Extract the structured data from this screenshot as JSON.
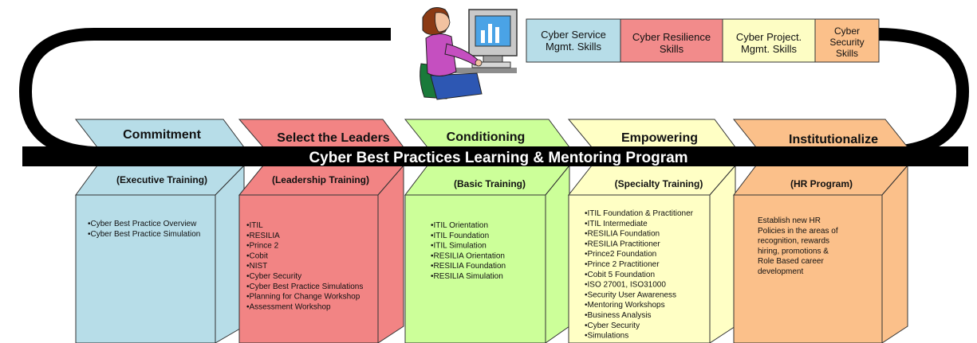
{
  "banner": {
    "title": "Cyber Best Practices Learning & Mentoring Program"
  },
  "skills": [
    {
      "line1": "Cyber Service",
      "line2": "Mgmt. Skills",
      "line3": "",
      "color": "#b7dde8"
    },
    {
      "line1": "Cyber Resilience",
      "line2": "Skills",
      "line3": "",
      "color": "#f28b8b"
    },
    {
      "line1": "Cyber Project.",
      "line2": "Mgmt. Skills",
      "line3": "",
      "color": "#fdfdc4"
    },
    {
      "line1": "Cyber",
      "line2": "Security",
      "line3": "Skills",
      "color": "#fbc08a"
    }
  ],
  "phases": [
    {
      "title": "Commitment",
      "subtitle": "(Executive Training)",
      "color": "#b7dde8",
      "items": [
        "•Cyber Best Practice Overview",
        "•Cyber Best Practice Simulation"
      ]
    },
    {
      "title": "Select the Leaders",
      "subtitle": "(Leadership Training)",
      "color": "#f28484",
      "items": [
        "•ITIL",
        "•RESILIA",
        "•Prince 2",
        "•Cobit",
        "•NIST",
        "•Cyber Security",
        "•Cyber Best Practice Simulations",
        "•Planning  for Change Workshop",
        "•Assessment Workshop"
      ]
    },
    {
      "title": "Conditioning",
      "subtitle": "(Basic Training)",
      "color": "#ccff99",
      "items": [
        "•ITIL Orientation",
        "•ITIL Foundation",
        "•ITIL Simulation",
        "•RESILIA Orientation",
        "•RESILIA Foundation",
        "•RESILIA Simulation"
      ]
    },
    {
      "title": "Empowering",
      "subtitle": "(Specialty Training)",
      "color": "#ffffc5",
      "items": [
        "•ITIL Foundation & Practitioner",
        "•ITIL Intermediate",
        "•RESILIA Foundation",
        "•RESILIA Practitioner",
        "•Prince2 Foundation",
        "•Prince 2 Practitioner",
        "•Cobit 5 Foundation",
        "•ISO 27001, ISO31000",
        "•Security User Awareness",
        "•Mentoring Workshops",
        "•Business Analysis",
        "•Cyber Security",
        "•Simulations"
      ]
    },
    {
      "title": "Institutionalize",
      "subtitle": "(HR Program)",
      "color": "#fbc08a",
      "items": [
        "Establish new HR",
        "Policies in the areas of",
        "recognition, rewards",
        "hiring, promotions &",
        "Role Based career",
        "development"
      ]
    }
  ]
}
